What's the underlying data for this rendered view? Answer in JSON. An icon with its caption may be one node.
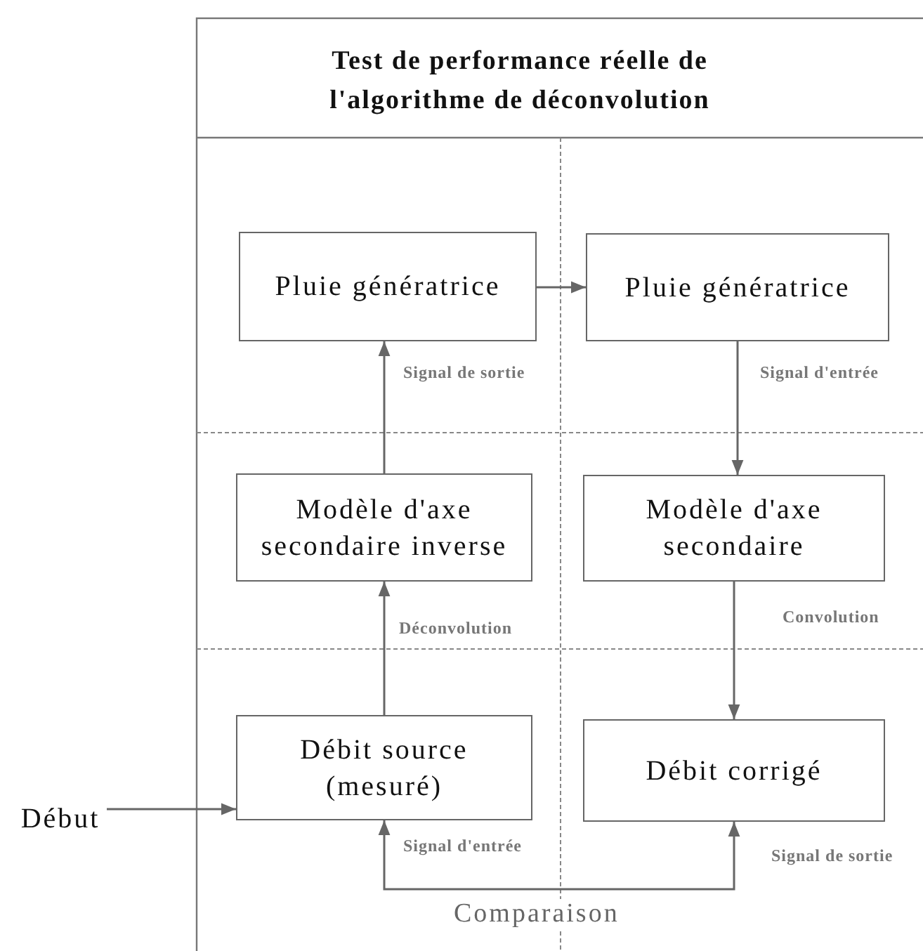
{
  "diagram": {
    "title": "Test de performance réelle de l'algorithme de déconvolution",
    "nodes": [
      {
        "text": [
          "Pluie génératrice"
        ]
      },
      {
        "text": [
          "Pluie génératrice"
        ]
      },
      {
        "text": [
          "Modèle d'axe secondaire inverse"
        ]
      },
      {
        "text": [
          "Modèle d'axe secondaire"
        ]
      },
      {
        "text": [
          "Débit source (mesuré)"
        ]
      },
      {
        "text": [
          "Débit corrigé"
        ]
      },
      {
        "text": [
          "Début"
        ]
      }
    ],
    "edges": [
      {
        "from": 6,
        "to": 4,
        "arrow": "to"
      },
      {
        "from": 4,
        "to": 2,
        "arrow": "to",
        "label": "Déconvolution"
      },
      {
        "from": 2,
        "to": 0,
        "arrow": "to",
        "label": "Signal de sortie"
      },
      {
        "from": 0,
        "to": 1,
        "arrow": "to"
      },
      {
        "from": 1,
        "to": 3,
        "arrow": "to",
        "label": "Signal d'entrée"
      },
      {
        "from": 3,
        "to": 5,
        "arrow": "to",
        "label": "Convolution"
      },
      {
        "from": 4,
        "to": 5,
        "arrow": "both",
        "label": "Comparaison"
      }
    ],
    "labels": [
      "Signal d'entrée",
      "Signal de sortie"
    ]
  }
}
